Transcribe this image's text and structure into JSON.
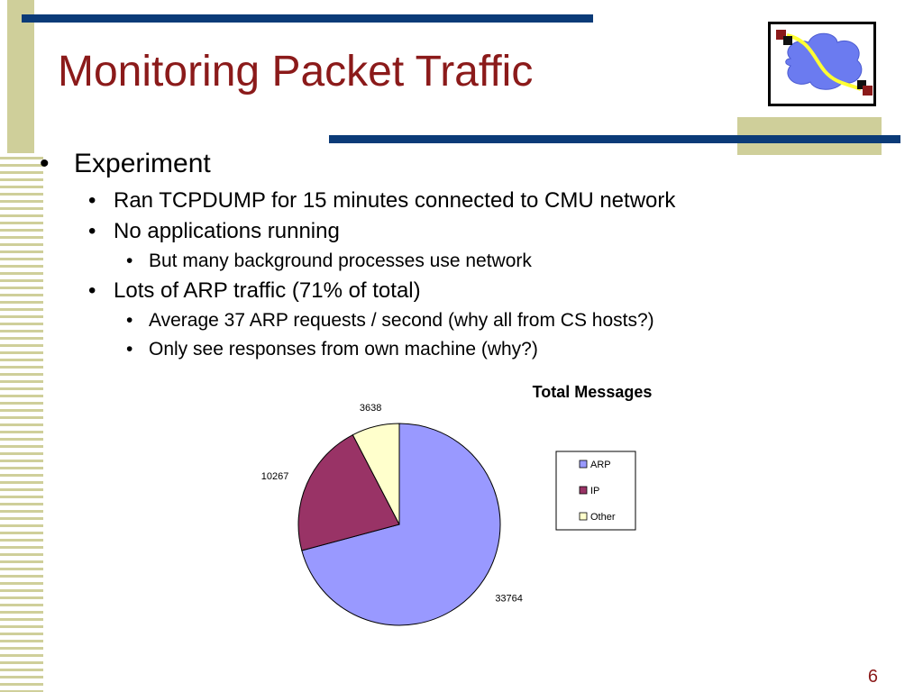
{
  "title": "Monitoring Packet Traffic",
  "colors": {
    "title": "#8b1a1a",
    "accent_bar": "#0b3b78",
    "stripe": "#cfcf9a"
  },
  "logo": {
    "icon": "network-cloud-icon"
  },
  "bullets": [
    {
      "text": "Experiment"
    },
    {
      "text": "Ran TCPDUMP for 15 minutes connected to CMU network"
    },
    {
      "text": "No applications running"
    },
    {
      "text": "But many background processes use network"
    },
    {
      "text": "Lots of ARP traffic (71% of total)"
    },
    {
      "text": "Average 37 ARP requests / second (why all from CS hosts?)"
    },
    {
      "text": "Only see responses from own machine (why?)"
    }
  ],
  "bullet_glyph": "•",
  "page_number": "6",
  "chart_data": {
    "type": "pie",
    "title": "Total Messages",
    "categories": [
      "ARP",
      "IP",
      "Other"
    ],
    "values": [
      33764,
      10267,
      3638
    ],
    "colors": [
      "#9999ff",
      "#993366",
      "#ffffcc"
    ],
    "legend": "right",
    "data_labels": true
  }
}
